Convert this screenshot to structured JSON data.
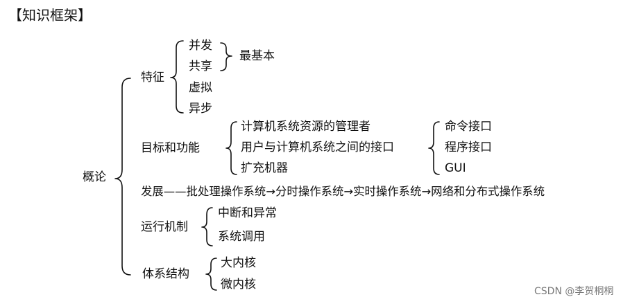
{
  "title": "【知识框架】",
  "root": "概论",
  "features": {
    "label": "特征",
    "items": [
      "并发",
      "共享",
      "虚拟",
      "异步"
    ],
    "basic_note": "最基本"
  },
  "goals": {
    "label": "目标和功能",
    "items": [
      "计算机系统资源的管理者",
      "用户与计算机系统之间的接口",
      "扩充机器"
    ],
    "interfaces": [
      "命令接口",
      "程序接口",
      "GUI"
    ]
  },
  "development": "发展——批处理操作系统→分时操作系统→实时操作系统→网络和分布式操作系统",
  "runtime": {
    "label": "运行机制",
    "items": [
      "中断和异常",
      "系统调用"
    ]
  },
  "architecture": {
    "label": "体系结构",
    "items": [
      "大内核",
      "微内核"
    ]
  },
  "watermark": "CSDN @李贺桐桐"
}
